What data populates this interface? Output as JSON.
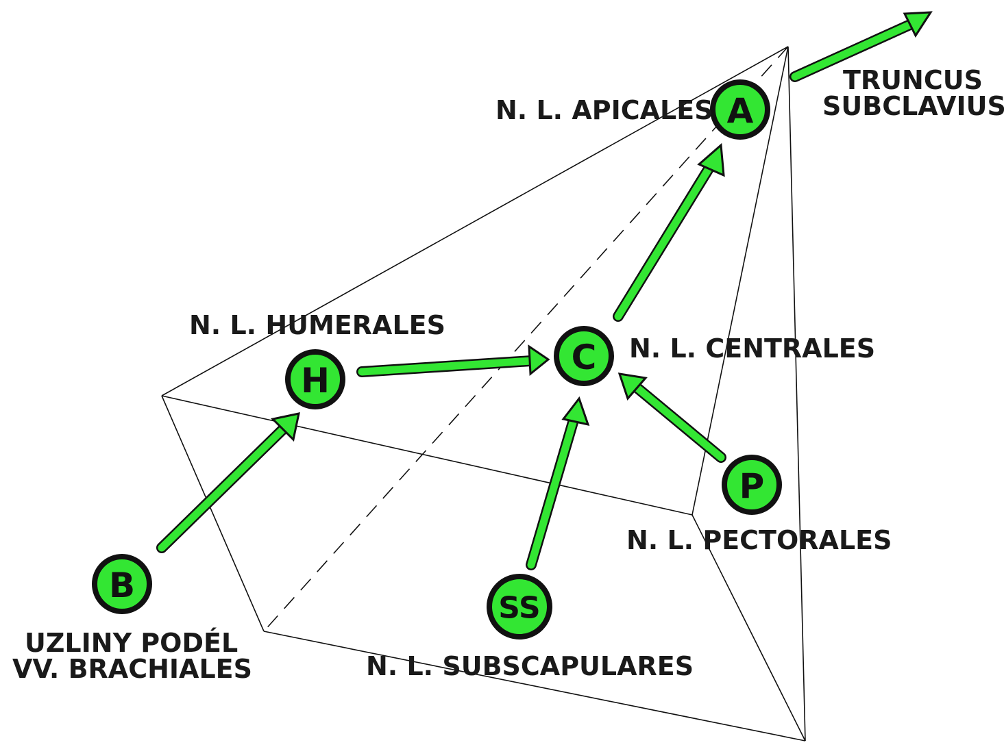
{
  "colors": {
    "node_fill": "#33e633",
    "arrow_fill": "#33e633",
    "outline": "#111111"
  },
  "nodes": {
    "a": {
      "letter": "A",
      "label": "N. L. APICALES"
    },
    "h": {
      "letter": "H",
      "label": "N. L. HUMERALES"
    },
    "c": {
      "letter": "C",
      "label": "N. L. CENTRALES"
    },
    "p": {
      "letter": "P",
      "label": "N. L. PECTORALES"
    },
    "b": {
      "letter": "B",
      "label_line1": "UZLINY PODÉL",
      "label_line2": "VV. BRACHIALES"
    },
    "ss": {
      "letter": "SS",
      "label": "N. L. SUBSCAPULARES"
    }
  },
  "outflow": {
    "line1": "TRUNCUS",
    "line2": "SUBCLAVIUS"
  },
  "flows": [
    {
      "from": "B",
      "to": "H"
    },
    {
      "from": "H",
      "to": "C"
    },
    {
      "from": "SS",
      "to": "C"
    },
    {
      "from": "P",
      "to": "C"
    },
    {
      "from": "C",
      "to": "A"
    },
    {
      "from": "A",
      "to": "TRUNCUS SUBCLAVIUS"
    }
  ]
}
